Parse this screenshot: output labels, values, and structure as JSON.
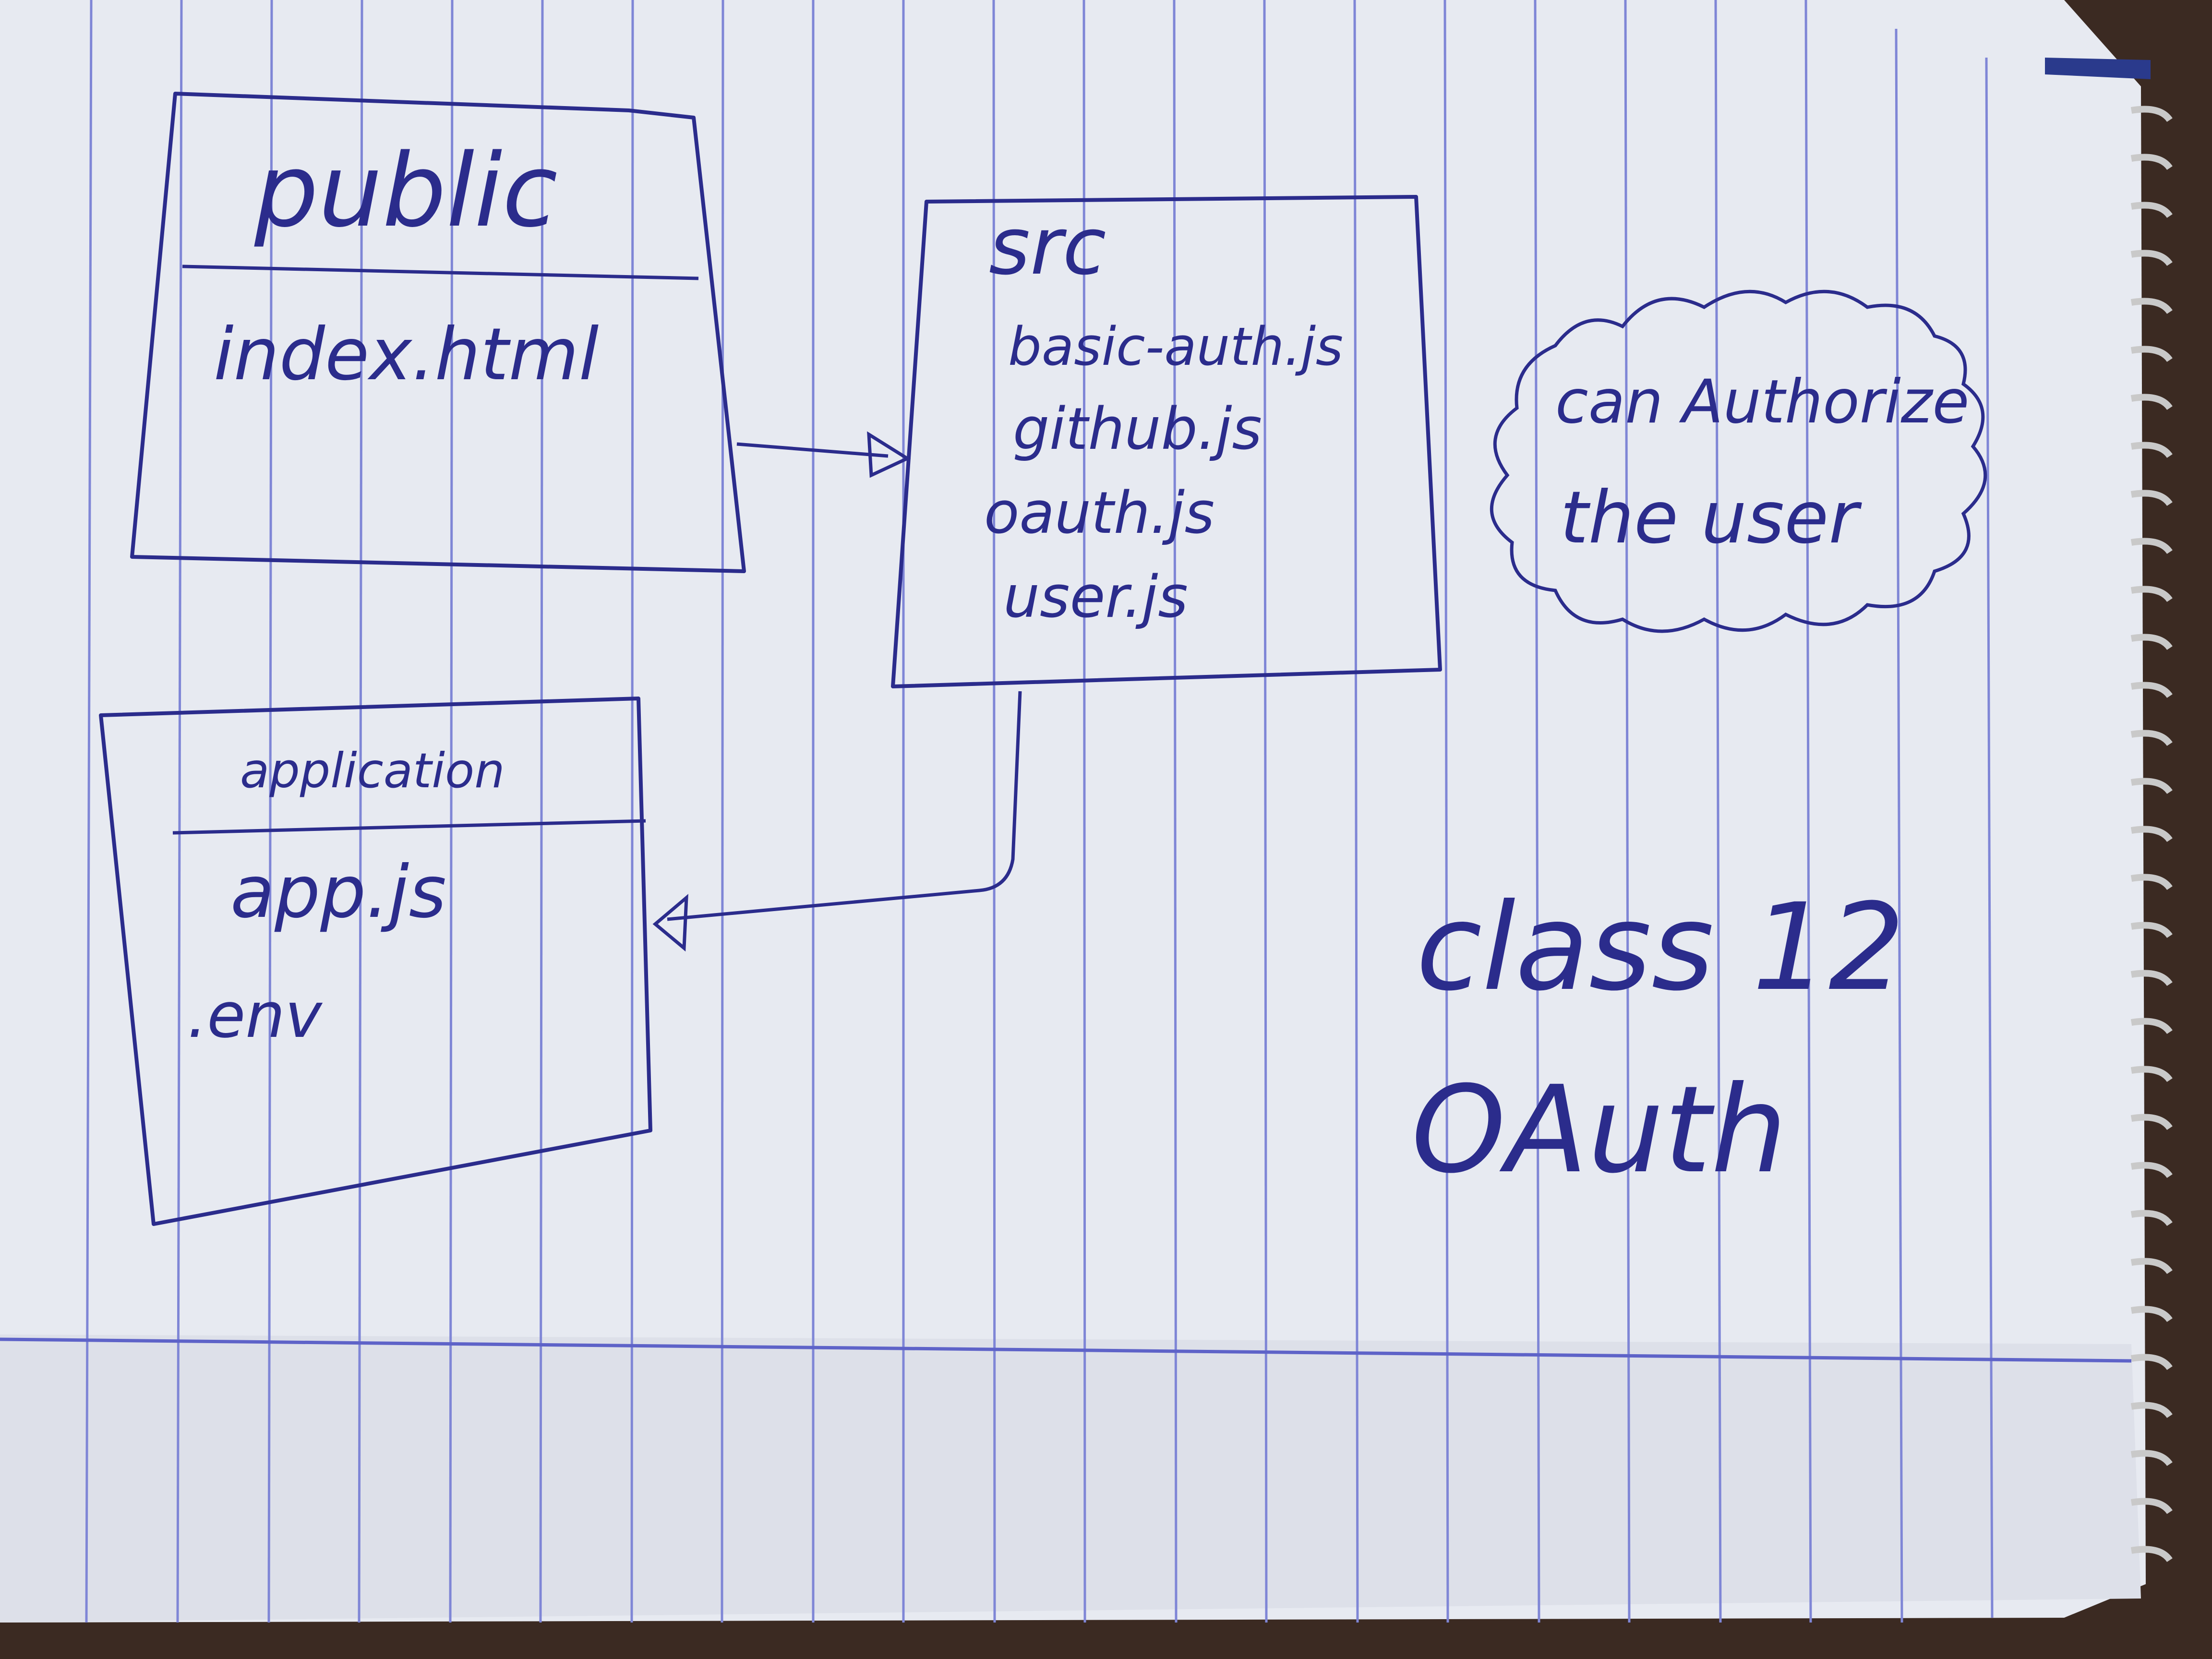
{
  "diagram": {
    "public_box": {
      "title": "public",
      "items": [
        "index.html"
      ]
    },
    "src_box": {
      "title": "src",
      "items": [
        "basic-auth.js",
        "github.js",
        "oauth.js",
        "user.js"
      ]
    },
    "application_box": {
      "title": "application",
      "items": [
        "app.js",
        ".env"
      ]
    },
    "cloud_note": {
      "lines": [
        "can Authorize",
        "the user"
      ]
    },
    "heading": {
      "line1": "class 12",
      "line2": "OAuth"
    }
  },
  "colors": {
    "ink": "#2b2c8c",
    "paper": "#e9ecf3",
    "rule_line": "#7f86d6",
    "margin_line": "#5e63c8",
    "table": "#3b2a22",
    "spiral": "#c9c9c9"
  }
}
